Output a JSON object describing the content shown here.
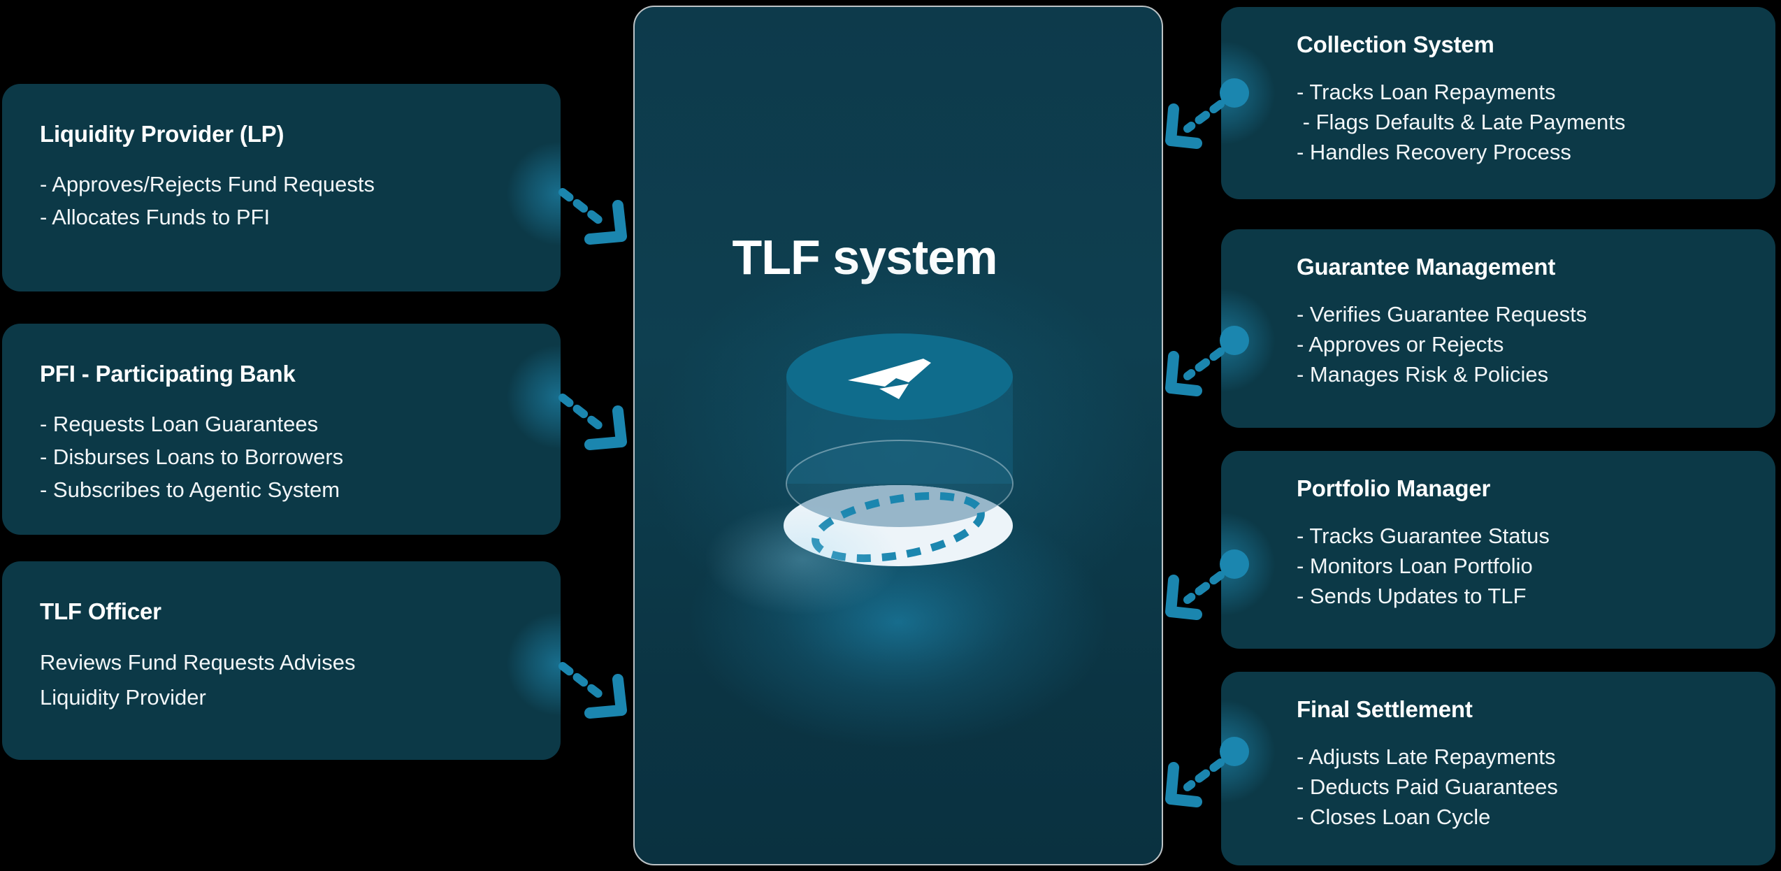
{
  "colors": {
    "background": "#000000",
    "card_fill": "#0c3947",
    "panel_border": "#bdc3c6",
    "accent_arrow": "#1b86af",
    "cylinder_top": "#0f6c8c",
    "disc_white": "#edf4f9",
    "text": "#f2f6f8"
  },
  "panel": {
    "title": "TLF system"
  },
  "icons": {
    "cylinder": "tlf-cylinder-illustration",
    "logo": "logo-icon",
    "arrow": "dashed-arrow-icon",
    "dot": "glow-dot-icon"
  },
  "left_boxes": [
    {
      "title": "Liquidity Provider (LP)",
      "items": [
        "- Approves/Rejects Fund Requests",
        "- Allocates Funds to PFI"
      ]
    },
    {
      "title": "PFI - Participating Bank",
      "items": [
        "- Requests Loan Guarantees",
        "- Disburses Loans to Borrowers",
        "- Subscribes to Agentic System"
      ]
    },
    {
      "title": "TLF Officer",
      "items": [
        "Reviews Fund Requests Advises Liquidity Provider"
      ]
    }
  ],
  "right_boxes": [
    {
      "title": "Collection System",
      "items": [
        "- Tracks Loan Repayments",
        " - Flags Defaults & Late Payments",
        "- Handles Recovery Process"
      ]
    },
    {
      "title": "Guarantee Management",
      "items": [
        "- Verifies Guarantee Requests",
        "- Approves or Rejects",
        "- Manages Risk & Policies"
      ]
    },
    {
      "title": "Portfolio Manager",
      "items": [
        "- Tracks Guarantee Status",
        "- Monitors Loan Portfolio",
        "- Sends Updates to TLF"
      ]
    },
    {
      "title": "Final Settlement",
      "items": [
        "- Adjusts Late Repayments",
        "- Deducts Paid Guarantees",
        "- Closes Loan Cycle"
      ]
    }
  ]
}
